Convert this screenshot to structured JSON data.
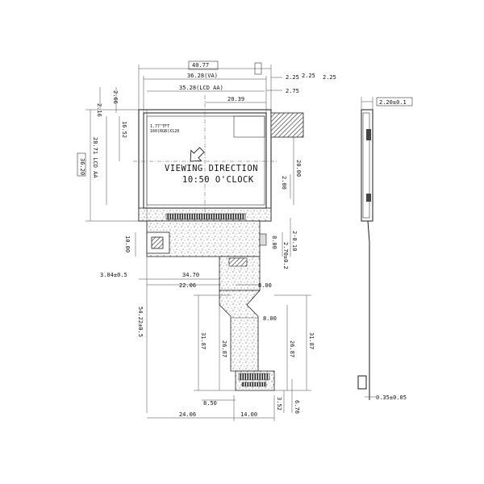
{
  "front_view": {
    "module_label_line1": "1.77\"TFT",
    "module_label_line2": "160(RGB)X128",
    "viewing_text": "VIEWING DIRECTION",
    "clock_text": "10:50 O'CLOCK"
  },
  "dims": {
    "w_outline": "40.77",
    "w_va": "36.28(VA)",
    "w_aa": "35.28(LCD AA)",
    "w_20_39": "20.39",
    "r_2_25a": "2.25",
    "r_2_25b": "2.25",
    "r_2_25c": "2.25",
    "r_2_75": "2.75",
    "l_2_16": "2.16",
    "l_2_66": "2.66",
    "h_36_20": "36.20",
    "h_28_71": "28.71 LCD AA",
    "h_16_52": "16.52",
    "h_20_00": "20.00",
    "h_2_00": "2.00",
    "h_2_010": "2-0.10",
    "h_2_70": "2.70±0.2",
    "h_8_00a": "8.00",
    "h_10_00": "10.00",
    "w_3_04": "3.04±0.5",
    "w_34_70": "34.70",
    "w_22_06": "22.06",
    "w_8_00b": "8.00",
    "w_8_00c": "8.00",
    "h_54_22": "54.22±0.5",
    "h_31_87a": "31.87",
    "h_26_87a": "26.87",
    "h_26_87b": "26.87",
    "h_31_87b": "31.87",
    "w_8_50": "8.50",
    "h_3_52": "3.52",
    "h_6_70": "6.70",
    "w_24_06": "24.06",
    "w_14_00": "14.00",
    "side_2_20": "2.20±0.1",
    "side_0_35": "0.35±0.05"
  }
}
